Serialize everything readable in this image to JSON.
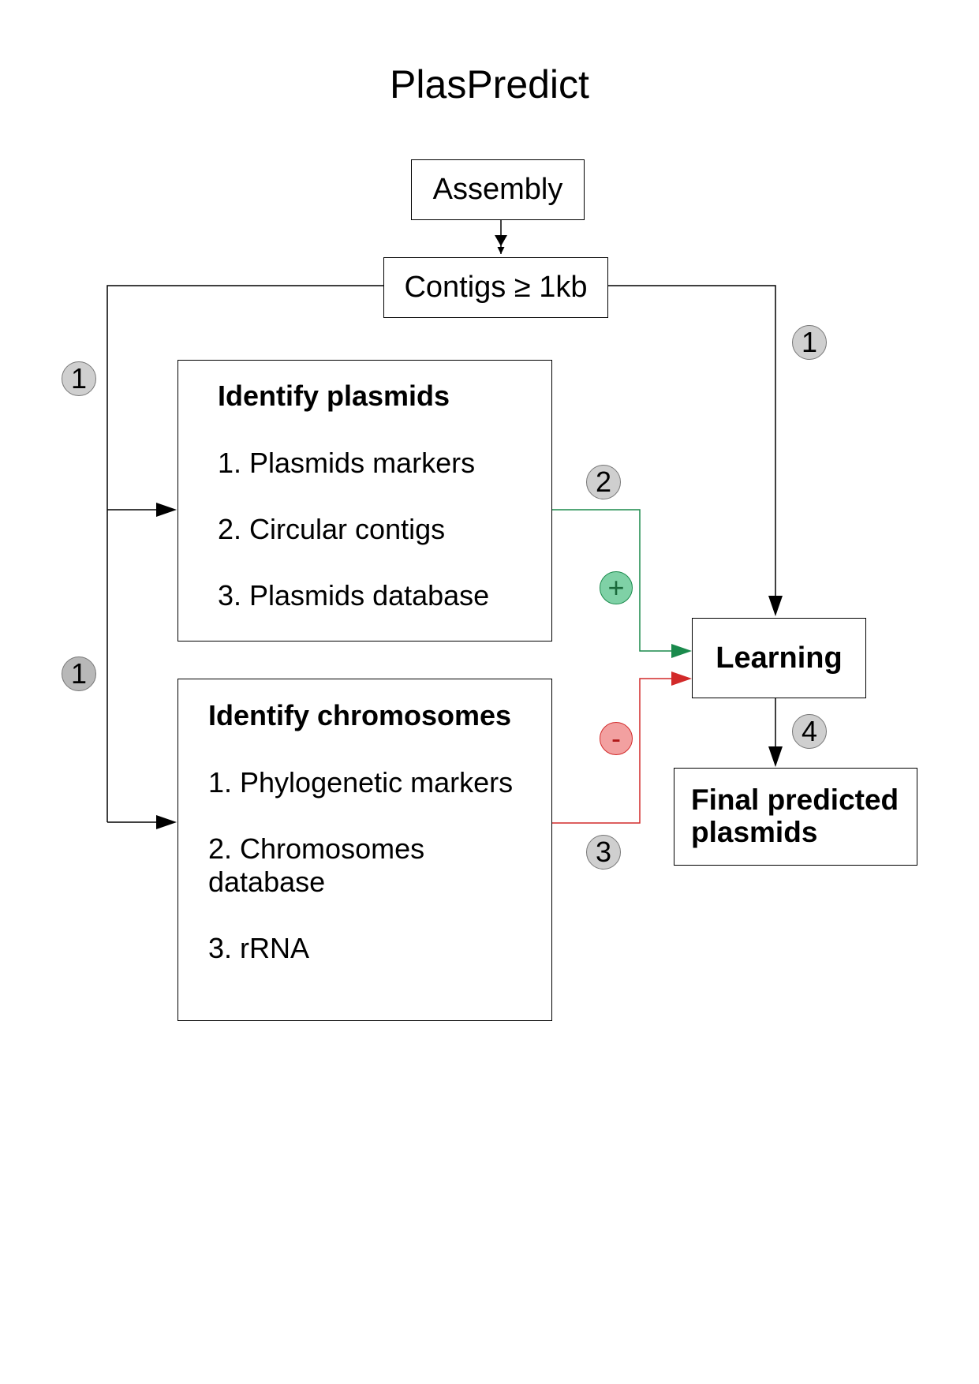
{
  "title": "PlasPredict",
  "nodes": {
    "assembly": "Assembly",
    "contigs": "Contigs ≥ 1kb",
    "identify_plasmids": {
      "heading": "Identify plasmids",
      "items": [
        "1. Plasmids markers",
        "2. Circular contigs",
        "3. Plasmids database"
      ]
    },
    "identify_chromosomes": {
      "heading": "Identify chromosomes",
      "items": [
        "1. Phylogenetic markers",
        "2. Chromosomes",
        "database",
        "3. rRNA"
      ]
    },
    "learning": "Learning",
    "final": [
      "Final predicted",
      "plasmids"
    ]
  },
  "steps": {
    "left_top": "1",
    "left_bottom": "1",
    "right": "1",
    "plasmid_to_learning": "2",
    "chromosome_to_learning": "3",
    "learning_to_final": "4"
  },
  "signs": {
    "positive": "+",
    "negative": "-"
  },
  "colors": {
    "positive_edge": "#1a8a4c",
    "positive_badge": "#7fd1a6",
    "negative_edge": "#d22a2a",
    "negative_badge": "#f2a0a0",
    "badge": "#cfcfcf"
  }
}
